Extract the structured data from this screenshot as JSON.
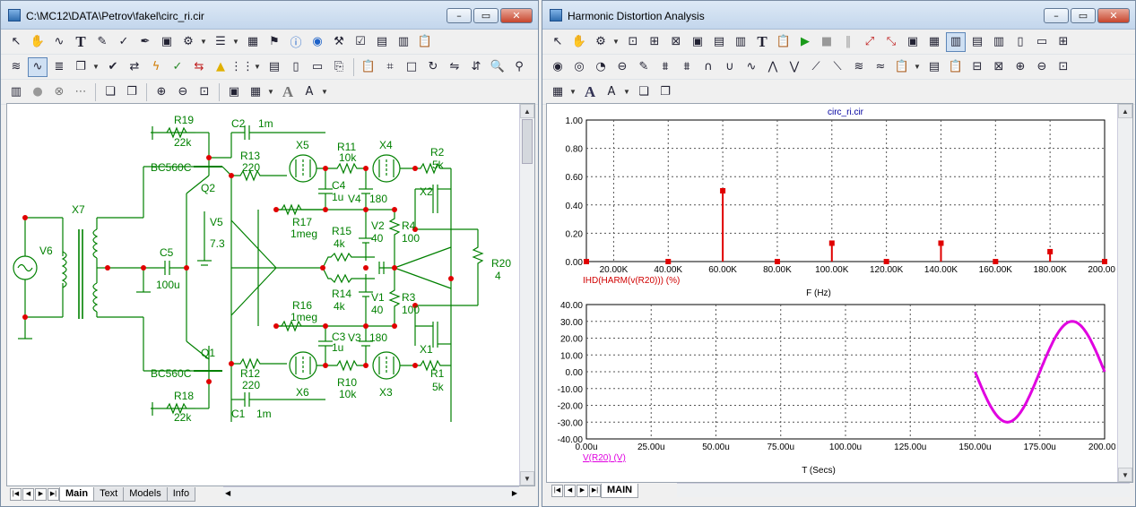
{
  "left_window": {
    "title": "C:\\MC12\\DATA\\Petrov\\fakel\\circ_ri.cir",
    "tabs": [
      "Main",
      "Text",
      "Models",
      "Info"
    ],
    "active_tab": "Main",
    "toolbar_row1": [
      "select-arrow-icon",
      "pan-hand-icon",
      "wire-icon",
      "text-tool-icon",
      "pen-icon",
      "draw-icon",
      "picture-icon",
      "component-icon",
      "menu-icon",
      "table-icon",
      "flag-icon",
      "info-icon",
      "help-icon",
      "properties-icon",
      "checkbox-icon",
      "list-icon",
      "grid-icon",
      "clipboard-icon"
    ],
    "schematic": {
      "components": [
        {
          "ref": "R19",
          "value": "22k"
        },
        {
          "ref": "R18",
          "value": "22k"
        },
        {
          "ref": "C2",
          "value": "1m"
        },
        {
          "ref": "C1",
          "value": "1m"
        },
        {
          "ref": "R13",
          "value": "220"
        },
        {
          "ref": "R12",
          "value": "220"
        },
        {
          "ref": "Q2",
          "value": "BC560C"
        },
        {
          "ref": "Q1",
          "value": "BC560C"
        },
        {
          "ref": "X5",
          "value": ""
        },
        {
          "ref": "X6",
          "value": ""
        },
        {
          "ref": "X4",
          "value": ""
        },
        {
          "ref": "X3",
          "value": ""
        },
        {
          "ref": "R11",
          "value": "10k"
        },
        {
          "ref": "R10",
          "value": "10k"
        },
        {
          "ref": "C4",
          "value": "1u"
        },
        {
          "ref": "C3",
          "value": "1u"
        },
        {
          "ref": "V4",
          "value": "180"
        },
        {
          "ref": "V3",
          "value": "180"
        },
        {
          "ref": "R2",
          "value": "5k"
        },
        {
          "ref": "R1",
          "value": "5k"
        },
        {
          "ref": "X2",
          "value": ""
        },
        {
          "ref": "X1",
          "value": ""
        },
        {
          "ref": "R17",
          "value": "1meg"
        },
        {
          "ref": "R16",
          "value": "1meg"
        },
        {
          "ref": "V2",
          "value": "40"
        },
        {
          "ref": "V1",
          "value": "40"
        },
        {
          "ref": "R4",
          "value": "100"
        },
        {
          "ref": "R3",
          "value": "100"
        },
        {
          "ref": "R15",
          "value": "4k"
        },
        {
          "ref": "R14",
          "value": "4k"
        },
        {
          "ref": "R20",
          "value": "4"
        },
        {
          "ref": "V5",
          "value": "7.3"
        },
        {
          "ref": "C5",
          "value": "100u"
        },
        {
          "ref": "X7",
          "value": ""
        },
        {
          "ref": "V6",
          "value": ""
        }
      ]
    }
  },
  "right_window": {
    "title": "Harmonic Distortion Analysis",
    "tabs": [
      "MAIN"
    ],
    "active_tab": "MAIN",
    "chart_data": [
      {
        "type": "bar",
        "title": "circ_ri.cir",
        "xlabel": "F (Hz)",
        "ylabel": "",
        "series_label": "IHD(HARM(v(R20))) (%)",
        "series_color": "#e00000",
        "xlim": [
          10000,
          200000
        ],
        "ylim": [
          0,
          1.0
        ],
        "x_ticks": [
          "20.00K",
          "40.00K",
          "60.00K",
          "80.00K",
          "100.00K",
          "120.00K",
          "140.00K",
          "160.00K",
          "180.00K",
          "200.00K"
        ],
        "y_ticks": [
          "0.00",
          "0.20",
          "0.40",
          "0.60",
          "0.80",
          "1.00"
        ],
        "x": [
          10000,
          40000,
          60000,
          80000,
          100000,
          120000,
          140000,
          160000,
          180000,
          200000
        ],
        "values": [
          0.0,
          0.0,
          0.5,
          0.0,
          0.13,
          0.0,
          0.13,
          0.0,
          0.07,
          0.0
        ],
        "grid": true
      },
      {
        "type": "line",
        "title": "",
        "xlabel": "T (Secs)",
        "ylabel": "",
        "series_label": "V(R20) (V)",
        "series_color": "#e000e0",
        "xlim": [
          0,
          200
        ],
        "ylim": [
          -40,
          40
        ],
        "x_ticks": [
          "0.00u",
          "25.00u",
          "50.00u",
          "75.00u",
          "100.00u",
          "125.00u",
          "150.00u",
          "175.00u",
          "200.00u"
        ],
        "y_ticks": [
          "40.00",
          "30.00",
          "20.00",
          "10.00",
          "0.00",
          "-10.00",
          "-20.00",
          "-30.00",
          "-40.00"
        ],
        "series": [
          {
            "x_start": 150,
            "x_end": 200,
            "amplitude": 30,
            "period": 50
          }
        ],
        "grid": true
      }
    ]
  }
}
